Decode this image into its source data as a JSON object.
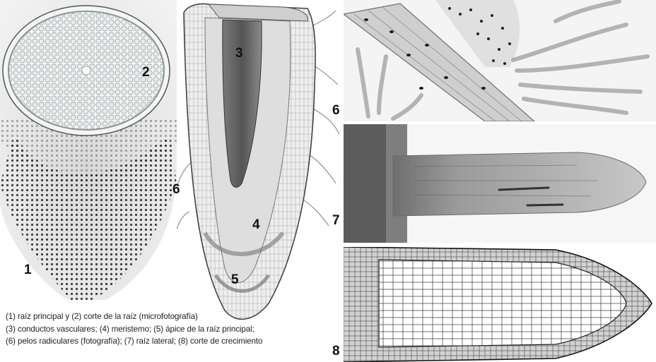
{
  "labels": {
    "n1": "1",
    "n2": "2",
    "n3": "3",
    "n4": "4",
    "n5": "5",
    "n6a": "6",
    "n6b": "6",
    "n7": "7",
    "n8": "8"
  },
  "caption": {
    "line1": "(1) raíz principal y (2) corte de la raíz (microfotografía)",
    "line2": "(3) conductos vasculares; (4) meristemo; (5) ápice de la raíz principal;",
    "line3": "(6) pelos radiculares (fotografía); (7) raíz lateral; (8) corte de crecimiento"
  },
  "colors": {
    "background": "#ffffff",
    "ink": "#111111",
    "tissue_light": "#e6e6e6",
    "tissue_mid": "#b9b9b9",
    "tissue_dark": "#6f6f6f"
  }
}
